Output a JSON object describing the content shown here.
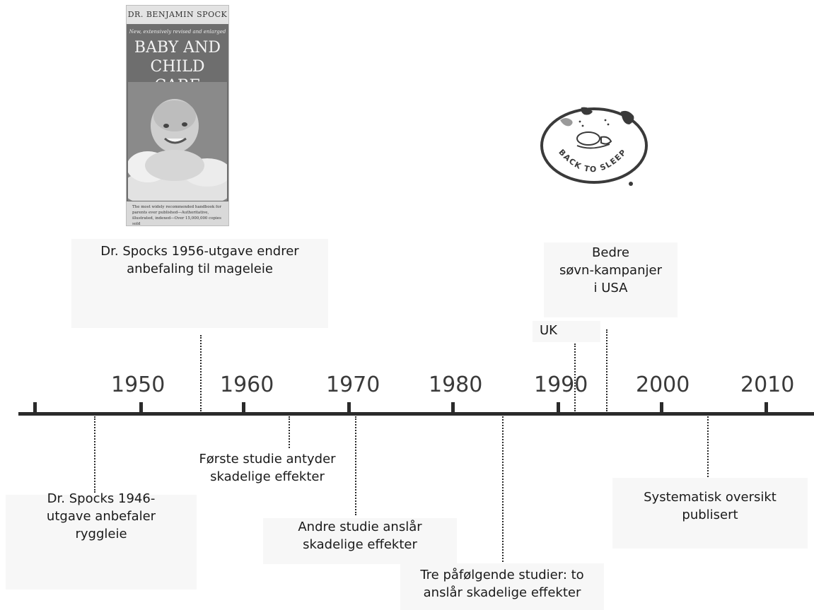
{
  "book": {
    "author": "DR. BENJAMIN SPOCK",
    "subtitle": "New, extensively revised and enlarged",
    "title_line1": "BABY AND",
    "title_line2": "CHILD CARE",
    "blurb": "The most widely recommended handbook for parents ever published—Authoritative, illustrated, indexed—Over 15,000,000 copies sold"
  },
  "logo": {
    "text": "BACK TO SLEEP"
  },
  "axis": {
    "years": [
      "1950",
      "1960",
      "1970",
      "1980",
      "1990",
      "2000",
      "2010"
    ]
  },
  "events": {
    "spock1956": {
      "line1": "Dr. Spocks 1956-utgave endrer",
      "line2": "anbefaling til mageleie"
    },
    "bedre": {
      "line1": "Bedre",
      "line2": "søvn-kampanjer",
      "line3": "i USA"
    },
    "uk": {
      "line1": "UK"
    },
    "spock1946": {
      "line1": "Dr. Spocks 1946-",
      "line2": "utgave anbefaler",
      "line3": "ryggleie"
    },
    "forste": {
      "line1": "Første studie antyder",
      "line2": "skadelige effekter"
    },
    "andre": {
      "line1": "Andre studie anslår",
      "line2": "skadelige effekter"
    },
    "tre": {
      "line1": "Tre påfølgende studier: to",
      "line2": "anslår skadelige effekter"
    },
    "systematisk": {
      "line1": "Systematisk oversikt",
      "line2": "publisert"
    }
  }
}
